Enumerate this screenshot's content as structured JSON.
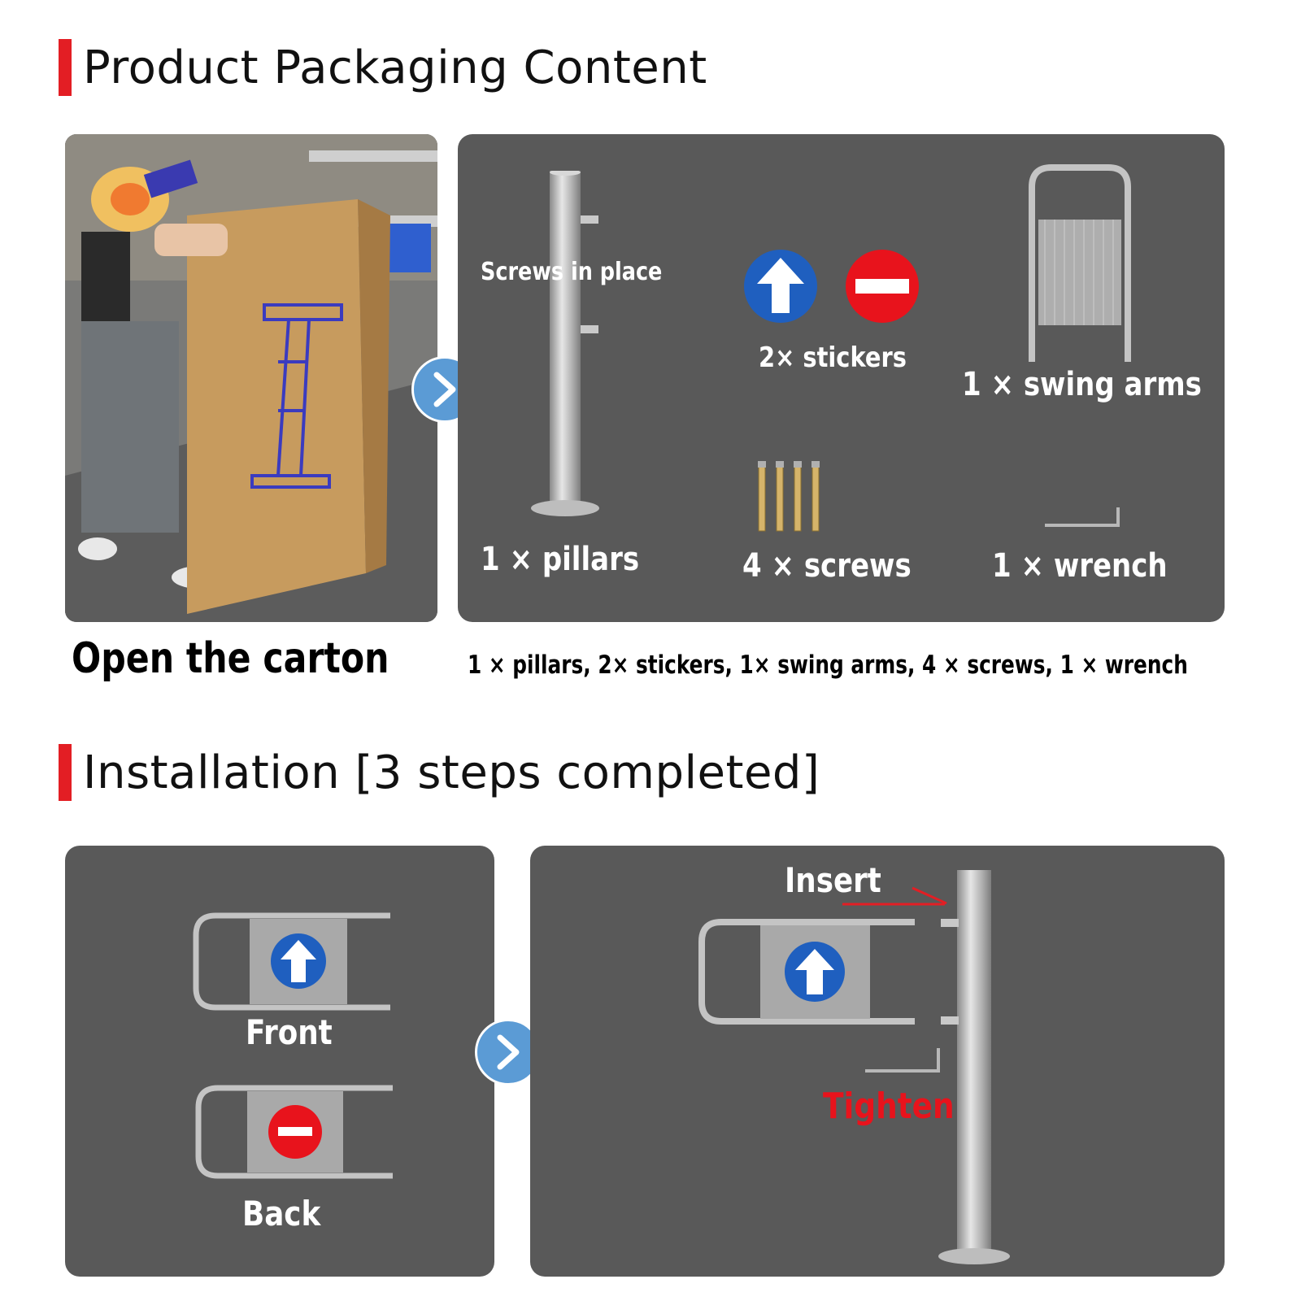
{
  "sections": {
    "packaging": {
      "title": "Product Packaging Content"
    },
    "installation": {
      "title": "Installation [3 steps completed]"
    }
  },
  "packaging_panel": {
    "screws_in_place": "Screws in place",
    "pillars": "1 × pillars",
    "stickers": "2× stickers",
    "swing_arms": "1 × swing arms",
    "screws": "4 × screws",
    "wrench": "1 × wrench"
  },
  "captions": {
    "open_carton": "Open the carton",
    "contents_summary": "1 × pillars, 2× stickers, 1× swing arms, 4 × screws, 1 × wrench"
  },
  "install_panel": {
    "front": "Front",
    "back": "Back",
    "insert": "Insert",
    "tighten": "Tighten"
  },
  "colors": {
    "accent_red": "#e31e24",
    "panel_gray": "#595959",
    "arrow_blue": "#5b9bd5",
    "sign_blue": "#1f5fbf",
    "sign_red": "#e8131c"
  },
  "icons": [
    "chevron-right-icon",
    "arrow-up-sign-icon",
    "no-entry-sign-icon"
  ]
}
